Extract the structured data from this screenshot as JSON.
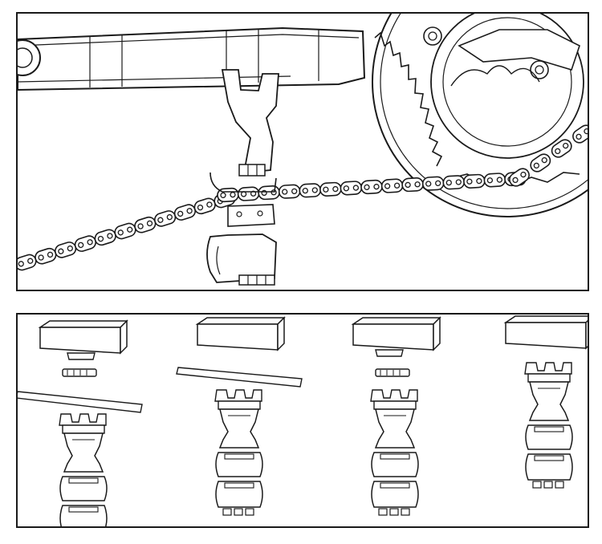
{
  "figure": {
    "panels": [
      {
        "id": "chain-assembly"
      },
      {
        "id": "exploded-sequence",
        "step_count": 4
      }
    ]
  },
  "colors": {
    "line": "#1a1a1a",
    "background": "#ffffff",
    "fill_light": "#f2f2f2"
  }
}
